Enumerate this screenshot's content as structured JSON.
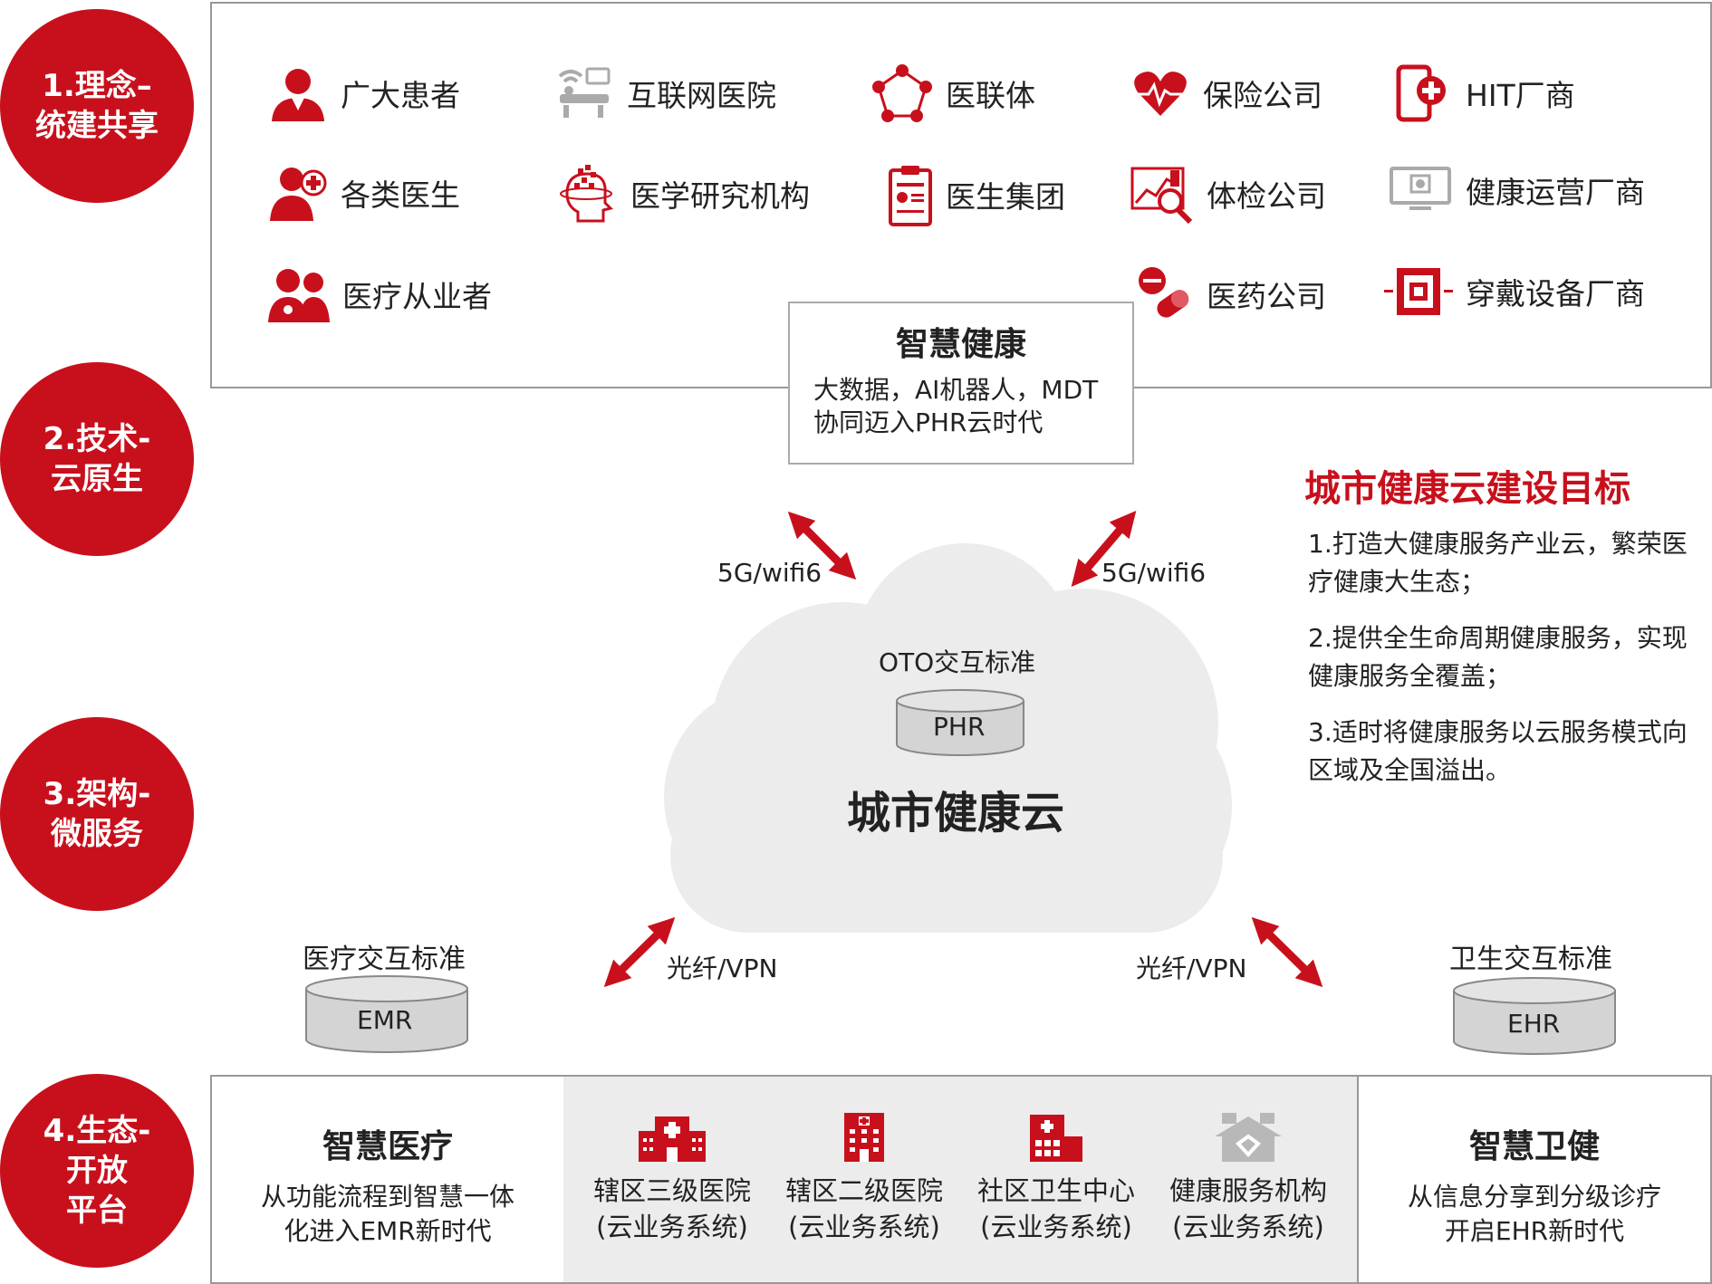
{
  "circles": [
    {
      "line1": "1.理念–",
      "line2": "统建共享",
      "line3": ""
    },
    {
      "line1": "2.技术-",
      "line2": "云原生",
      "line3": ""
    },
    {
      "line1": "3.架构-",
      "line2": "微服务",
      "line3": ""
    },
    {
      "line1": "4.生态-",
      "line2": "开放",
      "line3": "平台"
    }
  ],
  "entities": [
    {
      "label": "广大患者",
      "icon": "patient-icon"
    },
    {
      "label": "互联网医院",
      "icon": "internet-hospital-icon"
    },
    {
      "label": "医联体",
      "icon": "network-icon"
    },
    {
      "label": "保险公司",
      "icon": "heart-pulse-icon"
    },
    {
      "label": "HIT厂商",
      "icon": "phone-medical-icon"
    },
    {
      "label": "各类医生",
      "icon": "doctor-icon"
    },
    {
      "label": "医学研究机构",
      "icon": "brain-icon"
    },
    {
      "label": "医生集团",
      "icon": "clipboard-icon"
    },
    {
      "label": "体检公司",
      "icon": "chart-search-icon"
    },
    {
      "label": "健康运营厂商",
      "icon": "monitor-icon"
    },
    {
      "label": "医疗从业者",
      "icon": "medical-staff-icon"
    },
    {
      "label": "医药公司",
      "icon": "pills-icon"
    },
    {
      "label": "穿戴设备厂商",
      "icon": "wearable-icon"
    }
  ],
  "smart_health": {
    "title": "智慧健康",
    "line1": "大数据，AI机器人，MDT",
    "line2": "协同迈入PHR云时代"
  },
  "goals": {
    "title": "城市健康云建设目标",
    "items": [
      "1.打造大健康服务产业云，繁荣医疗健康大生态；",
      "2.提供全生命周期健康服务，实现健康服务全覆盖；",
      "3.适时将健康服务以云服务模式向区域及全国溢出。"
    ]
  },
  "cloud": {
    "standard": "OTO交互标准",
    "db": "PHR",
    "title": "城市健康云"
  },
  "links": {
    "wireless_left": "5G/wifi6",
    "wireless_right": "5G/wifi6",
    "fiber_left": "光纤/VPN",
    "fiber_right": "光纤/VPN"
  },
  "emr": {
    "standard": "医疗交互标准",
    "db": "EMR"
  },
  "ehr": {
    "standard": "卫生交互标准",
    "db": "EHR"
  },
  "smart_medical": {
    "title": "智慧医疗",
    "line1": "从功能流程到智慧一体",
    "line2": "化进入EMR新时代"
  },
  "smart_wellness": {
    "title": "智慧卫健",
    "line1": "从信息分享到分级诊疗",
    "line2": "开启EHR新时代"
  },
  "facilities": [
    {
      "name": "辖区三级医院",
      "sub": "(云业务系统)",
      "icon": "hospital-icon"
    },
    {
      "name": "辖区二级医院",
      "sub": "(云业务系统)",
      "icon": "building-icon"
    },
    {
      "name": "社区卫生中心",
      "sub": "(云业务系统)",
      "icon": "clinic-icon"
    },
    {
      "name": "健康服务机构",
      "sub": "(云业务系统)",
      "icon": "health-service-icon"
    }
  ],
  "colors": {
    "accent": "#c8101c",
    "gray": "#ececec",
    "border": "#999999"
  }
}
